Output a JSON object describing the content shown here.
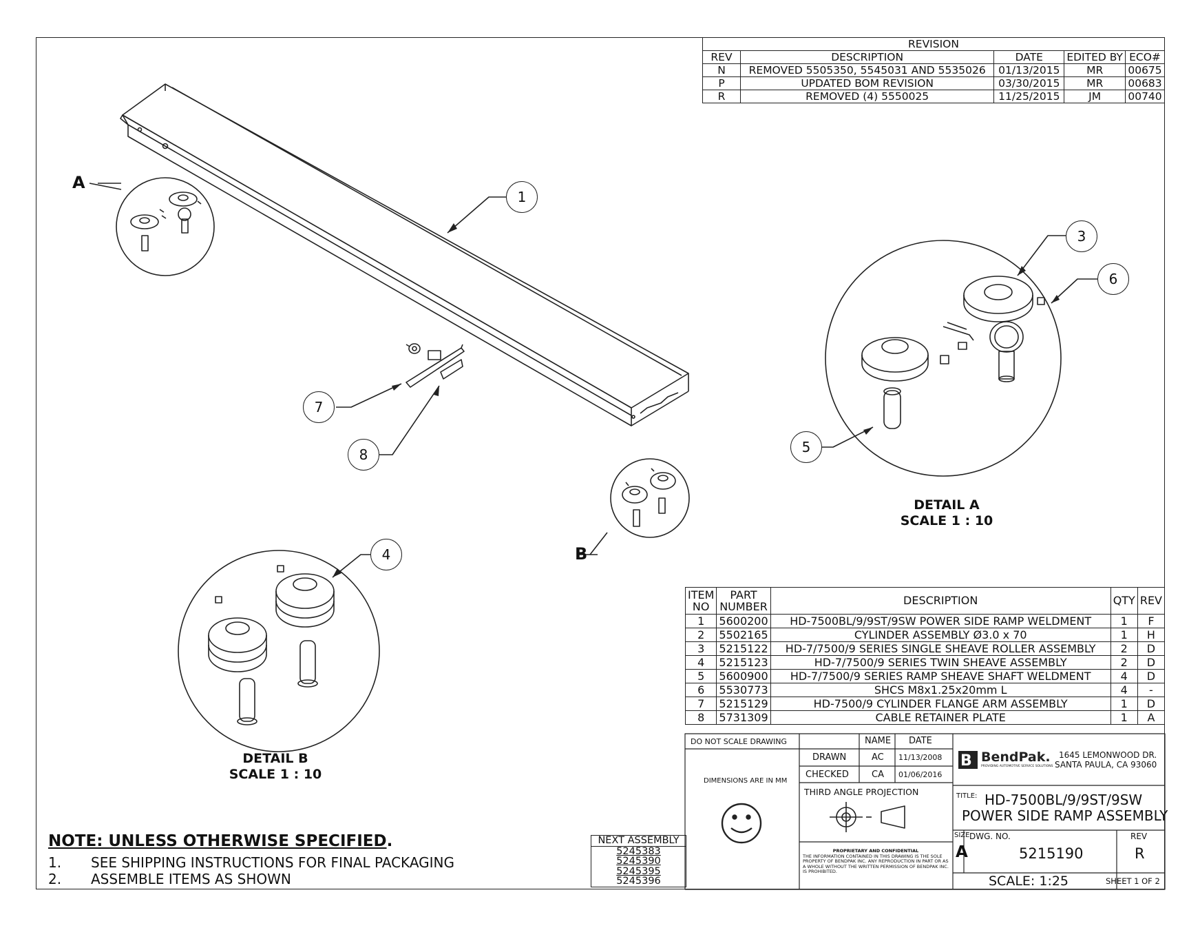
{
  "revision_table": {
    "title": "REVISION",
    "headers": [
      "REV",
      "DESCRIPTION",
      "DATE",
      "EDITED BY",
      "ECO#"
    ],
    "rows": [
      [
        "N",
        "REMOVED 5505350, 5545031 AND 5535026",
        "01/13/2015",
        "MR",
        "00675"
      ],
      [
        "P",
        "UPDATED BOM REVISION",
        "03/30/2015",
        "MR",
        "00683"
      ],
      [
        "R",
        "REMOVED (4) 5550025",
        "11/25/2015",
        "JM",
        "00740"
      ]
    ]
  },
  "callouts": [
    "1",
    "3",
    "6",
    "5",
    "7",
    "8",
    "4"
  ],
  "views": {
    "a_label": "A",
    "b_label": "B",
    "detail_a_title": "DETAIL A",
    "detail_a_scale": "SCALE 1 : 10",
    "detail_b_title": "DETAIL B",
    "detail_b_scale": "SCALE 1 : 10"
  },
  "bom": {
    "headers": [
      "ITEM NO",
      "PART NUMBER",
      "DESCRIPTION",
      "QTY",
      "REV"
    ],
    "rows": [
      [
        "1",
        "5600200",
        "HD-7500BL/9/9ST/9SW POWER SIDE RAMP WELDMENT",
        "1",
        "F"
      ],
      [
        "2",
        "5502165",
        "CYLINDER ASSEMBLY Ø3.0 x 70",
        "1",
        "H"
      ],
      [
        "3",
        "5215122",
        "HD-7/7500/9 SERIES SINGLE SHEAVE ROLLER ASSEMBLY",
        "2",
        "D"
      ],
      [
        "4",
        "5215123",
        "HD-7/7500/9 SERIES TWIN SHEAVE ASSEMBLY",
        "2",
        "D"
      ],
      [
        "5",
        "5600900",
        "HD-7/7500/9 SERIES RAMP SHEAVE SHAFT WELDMENT",
        "4",
        "D"
      ],
      [
        "6",
        "5530773",
        "SHCS M8x1.25x20mm L",
        "4",
        "-"
      ],
      [
        "7",
        "5215129",
        "HD-7500/9 CYLINDER FLANGE ARM ASSEMBLY",
        "1",
        "D"
      ],
      [
        "8",
        "5731309",
        "CABLE RETAINER PLATE",
        "1",
        "A"
      ]
    ]
  },
  "title_block": {
    "do_not_scale": "DO NOT SCALE DRAWING",
    "name_header": "NAME",
    "date_header": "DATE",
    "drawn_label": "DRAWN",
    "drawn_name": "AC",
    "drawn_date": "11/13/2008",
    "checked_label": "CHECKED",
    "checked_name": "CA",
    "checked_date": "01/06/2016",
    "dimensions": "DIMENSIONS ARE IN MM",
    "projection": "THIRD ANGLE PROJECTION",
    "company_name": "BendPak.",
    "company_tagline": "PROVIDING AUTOMOTIVE SERVICE SOLUTIONS",
    "address_line1": "1645 LEMONWOOD DR.",
    "address_line2": "SANTA PAULA, CA 93060",
    "title_label": "TITLE:",
    "title_line1": "HD-7500BL/9/9ST/9SW",
    "title_line2": "POWER SIDE RAMP ASSEMBLY",
    "size_label": "SIZE",
    "size_value": "A",
    "dwg_label": "DWG. NO.",
    "dwg_value": "5215190",
    "rev_label": "REV",
    "rev_value": "R",
    "scale": "SCALE: 1:25",
    "sheet": "SHEET 1 OF 2",
    "proprietary_title": "PROPRIETARY AND CONFIDENTIAL",
    "proprietary_text": "THE INFORMATION CONTAINED IN THIS DRAWING IS THE SOLE PROPERTY OF BENDPAK INC. ANY REPRODUCTION IN PART OR AS A WHOLE WITHOUT THE WRITTEN PERMISSION OF BENDPAK INC. IS PROHIBITED."
  },
  "next_assembly": {
    "header": "NEXT ASSEMBLY",
    "items": [
      "5245383",
      "5245390",
      "5245395",
      "5245396"
    ]
  },
  "notes": {
    "heading": "NOTE: UNLESS OTHERWISE SPECIFIED",
    "items": [
      {
        "num": "1.",
        "text": "SEE SHIPPING INSTRUCTIONS FOR FINAL PACKAGING"
      },
      {
        "num": "2.",
        "text": "ASSEMBLE ITEMS AS SHOWN"
      }
    ]
  }
}
